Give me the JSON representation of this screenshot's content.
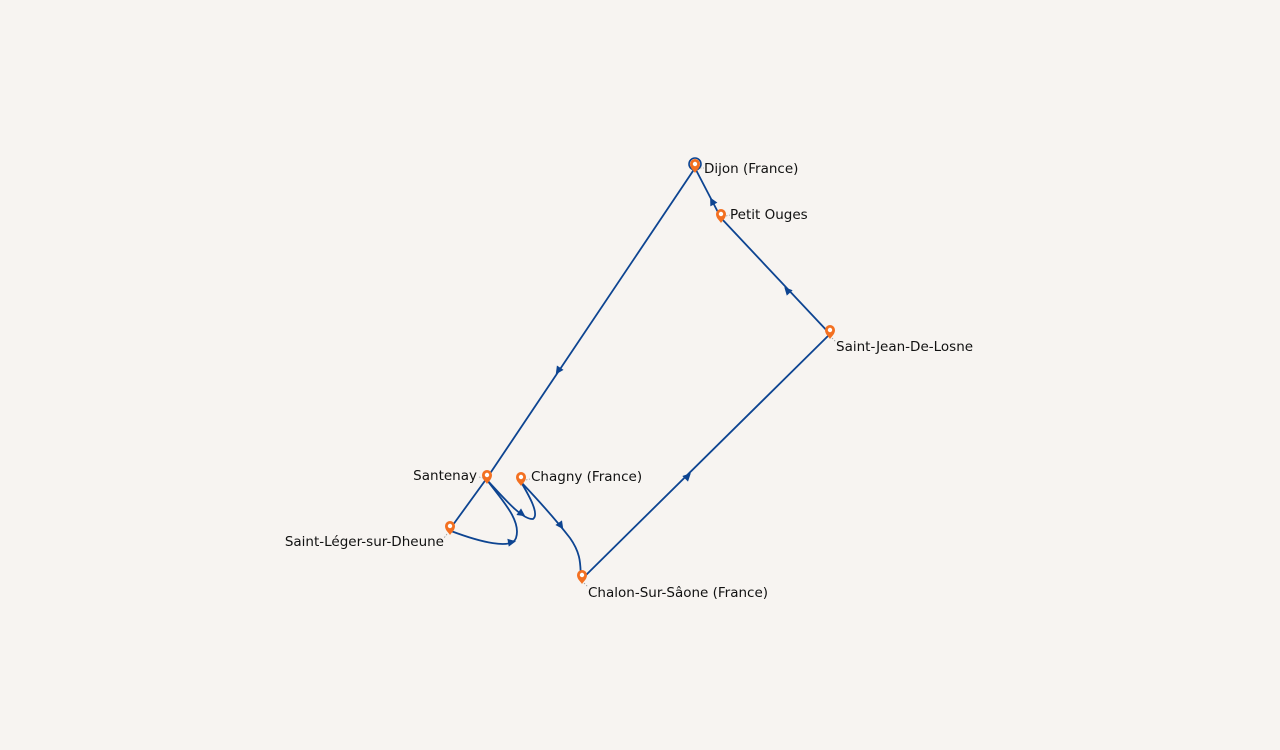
{
  "map": {
    "route_color": "#0d4491",
    "marker_color": "#f37021",
    "background": "#f7f4f1",
    "stops": [
      {
        "id": "dijon",
        "name": "Dijon (France)"
      },
      {
        "id": "petit-ouges",
        "name": "Petit Ouges"
      },
      {
        "id": "saint-jean",
        "name": "Saint-Jean-De-Losne"
      },
      {
        "id": "chalon",
        "name": "Chalon-Sur-Sâone (France)"
      },
      {
        "id": "chagny",
        "name": "Chagny (France)"
      },
      {
        "id": "santenay",
        "name": "Santenay"
      },
      {
        "id": "saint-leger",
        "name": "Saint-Léger-sur-Dheune"
      }
    ]
  }
}
